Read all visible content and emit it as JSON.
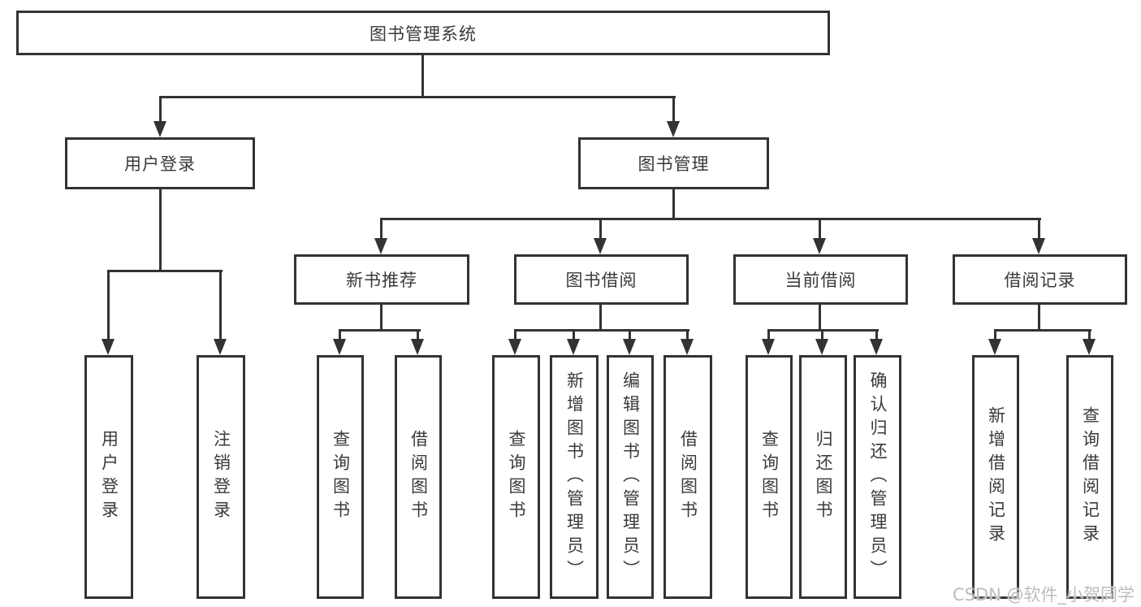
{
  "diagram": {
    "root": {
      "label": "图书管理系统"
    },
    "branches": [
      {
        "label": "用户登录",
        "children": [
          {
            "label": "用户登录"
          },
          {
            "label": "注销登录"
          }
        ]
      },
      {
        "label": "图书管理",
        "children": [
          {
            "label": "新书推荐",
            "children": [
              {
                "label": "查询图书"
              },
              {
                "label": "借阅图书"
              }
            ]
          },
          {
            "label": "图书借阅",
            "children": [
              {
                "label": "查询图书"
              },
              {
                "label": "新增图书（管理员）"
              },
              {
                "label": "编辑图书（管理员）"
              },
              {
                "label": "借阅图书"
              }
            ]
          },
          {
            "label": "当前借阅",
            "children": [
              {
                "label": "查询图书"
              },
              {
                "label": "归还图书"
              },
              {
                "label": "确认归还（管理员）"
              }
            ]
          },
          {
            "label": "借阅记录",
            "children": [
              {
                "label": "新增借阅记录"
              },
              {
                "label": "查询借阅记录"
              }
            ]
          }
        ]
      }
    ]
  },
  "watermark": {
    "text": "CSDN @软件_小贺同学"
  },
  "colors": {
    "line": "#333333",
    "text": "#3a3a3a",
    "watermark": "#bdbdbd",
    "background": "#ffffff"
  }
}
